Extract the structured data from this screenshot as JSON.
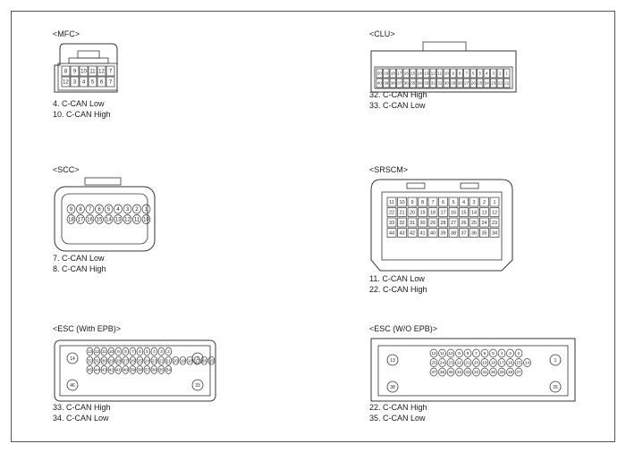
{
  "connectors": {
    "mfc": {
      "name": "<MFC>",
      "pins": [
        "4. C-CAN Low",
        "10. C-CAN High"
      ],
      "cavities": [
        [
          "8",
          "9",
          "10",
          "11",
          "12",
          "7"
        ],
        [
          "12",
          "3",
          "4",
          "5",
          "6",
          "7"
        ]
      ]
    },
    "clu": {
      "name": "<CLU>",
      "pins": [
        "32. C-CAN High",
        "33. C-CAN Low"
      ],
      "cavities": [
        [
          "20",
          "19",
          "18",
          "17",
          "16",
          "15",
          "14",
          "13",
          "12",
          "11",
          "10",
          "9",
          "8",
          "7",
          "6",
          "5",
          "4",
          "3",
          "2",
          "1"
        ],
        [
          "40",
          "39",
          "38",
          "37",
          "36",
          "35",
          "34",
          "33",
          "32",
          "31",
          "30",
          "29",
          "28",
          "27",
          "26",
          "25",
          "24",
          "23",
          "22",
          "21"
        ]
      ]
    },
    "scc": {
      "name": "<SCC>",
      "pins": [
        "7. C-CAN Low",
        "8. C-CAN High"
      ],
      "cavities": [
        [
          "9",
          "8",
          "7",
          "6",
          "5",
          "4",
          "3",
          "2",
          "1"
        ],
        [
          "18",
          "17",
          "16",
          "15",
          "14",
          "13",
          "12",
          "11",
          "10"
        ]
      ]
    },
    "srscm": {
      "name": "<SRSCM>",
      "pins": [
        "11. C-CAN Low",
        "22. C-CAN High"
      ],
      "cavities": [
        [
          "11",
          "10",
          "9",
          "8",
          "7",
          "6",
          "5",
          "4",
          "3",
          "2",
          "1"
        ],
        [
          "22",
          "21",
          "20",
          "19",
          "18",
          "17",
          "16",
          "15",
          "14",
          "13",
          "12"
        ],
        [
          "33",
          "32",
          "31",
          "30",
          "29",
          "28",
          "27",
          "26",
          "25",
          "24",
          "23"
        ],
        [
          "44",
          "43",
          "42",
          "41",
          "40",
          "39",
          "38",
          "37",
          "36",
          "35",
          "34"
        ]
      ]
    },
    "esc_epb": {
      "name": "<ESC (With EPB)>",
      "pins": [
        "33. C-CAN High",
        "34. C-CAN Low"
      ],
      "side": [
        "14",
        "46",
        "1",
        "33"
      ],
      "cavities": [
        [
          "13",
          "12",
          "11",
          "10",
          "9",
          "8",
          "7",
          "6",
          "5",
          "4",
          "3",
          "2"
        ],
        [
          "32",
          "31",
          "30",
          "29",
          "28",
          "27",
          "26",
          "25",
          "24",
          "23",
          "22",
          "21",
          "20",
          "19",
          "18",
          "17",
          "16",
          "15"
        ],
        [
          "45",
          "44",
          "43",
          "42",
          "41",
          "40",
          "39",
          "38",
          "37",
          "36",
          "35",
          "34"
        ]
      ]
    },
    "esc_woepb": {
      "name": "<ESC (W/O EPB)>",
      "pins": [
        "22. C-CAN High",
        "35. C-CAN Low"
      ],
      "side": [
        "13",
        "38",
        "1",
        "26"
      ],
      "cavities": [
        [
          "12",
          "11",
          "10",
          "9",
          "8",
          "7",
          "6",
          "5",
          "4",
          "3",
          "2"
        ],
        [
          "25",
          "24",
          "23",
          "22",
          "21",
          "20",
          "19",
          "18",
          "17",
          "16",
          "15",
          "14"
        ],
        [
          "37",
          "36",
          "35",
          "34",
          "33",
          "32",
          "31",
          "30",
          "29",
          "28",
          "27"
        ]
      ]
    }
  }
}
